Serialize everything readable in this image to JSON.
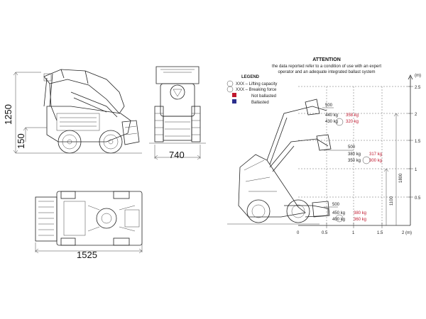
{
  "side_view": {
    "height_total": "1250",
    "ground_clearance": "150"
  },
  "front_view": {
    "width": "740"
  },
  "top_view": {
    "length": "1525"
  },
  "attention": {
    "title": "ATTENTION",
    "line1": "the data reported refer to a condition of use with an expert",
    "line2": "operator and an adequate integrated ballast system"
  },
  "legend": {
    "title": "LEGEND",
    "lifting": "XXX – Lifting capacity",
    "breaking": "XXX – Breaking force",
    "not_ballasted": "Not ballasted",
    "ballasted": "Ballasted",
    "colors": {
      "not_ballasted": "#c0182e",
      "ballasted": "#2b2e8c"
    }
  },
  "chart_data": {
    "type": "diagram",
    "x_ticks": [
      "0",
      "0.5",
      "1",
      "1.5",
      "2 (m)"
    ],
    "y_ticks": [
      "2.5",
      "2",
      "1.5",
      "1",
      "0.5"
    ],
    "y_unit": "(m)",
    "vertical_dims": [
      "1800",
      "1100"
    ],
    "load_points": [
      {
        "reach": "500",
        "lifting_nb": "440 kg",
        "breaking_nb": "358 kg",
        "lifting_b": "430 kg",
        "breaking_b": "320 kg"
      },
      {
        "reach": "500",
        "lifting_nb": "380 kg",
        "breaking_nb": "317 kg",
        "lifting_b": "350 kg",
        "breaking_b": "300 kg"
      },
      {
        "reach": "500",
        "lifting_nb": "450 kg",
        "breaking_nb": "380 kg",
        "lifting_b": "400 kg",
        "breaking_b": "360 kg"
      }
    ]
  }
}
